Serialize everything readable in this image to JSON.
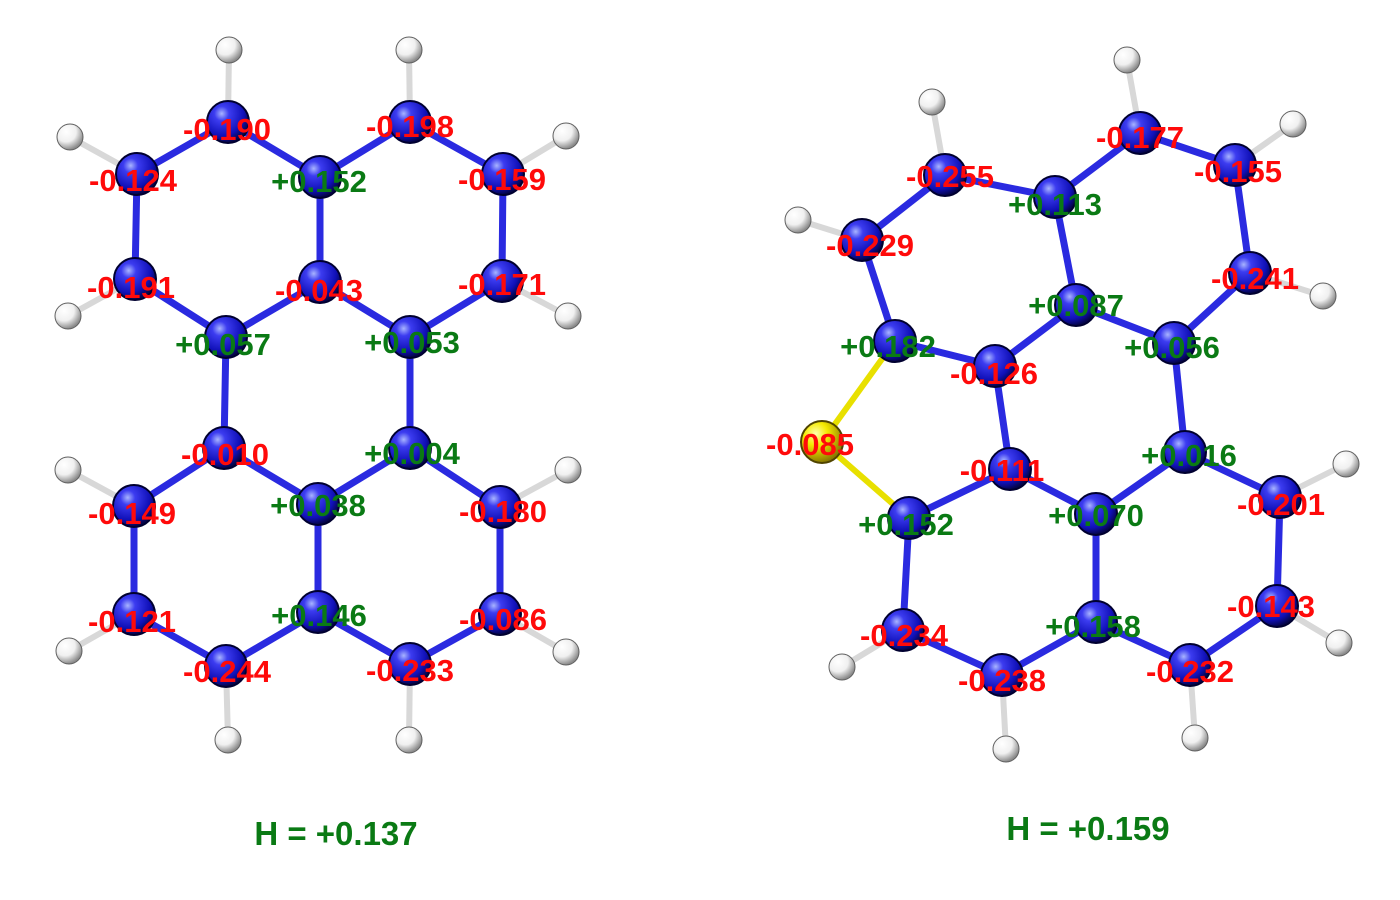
{
  "colors": {
    "negative": "#ff0a0a",
    "positive": "#0a7a14",
    "carbon": "#1a1ad8",
    "bond": "#2a2ae0",
    "hydrogen": "#ffffff",
    "sulfur": "#f2e600",
    "sulfur_bond": "#e8e000"
  },
  "molecules": [
    {
      "name": "left-molecule",
      "footer": "H = +0.137",
      "charges": [
        "-0.190",
        "-0.198",
        "-0.124",
        "+0.152",
        "-0.159",
        "-0.191",
        "-0.043",
        "-0.171",
        "+0.057",
        "+0.053",
        "-0.010",
        "+0.004",
        "-0.149",
        "+0.038",
        "-0.180",
        "-0.121",
        "+0.146",
        "-0.086",
        "-0.244",
        "-0.233"
      ]
    },
    {
      "name": "right-molecule",
      "footer": "H = +0.159",
      "charges": [
        "-0.177",
        "-0.255",
        "-0.155",
        "+0.113",
        "-0.229",
        "-0.241",
        "+0.087",
        "+0.182",
        "+0.056",
        "-0.126",
        "-0.085",
        "-0.111",
        "+0.016",
        "-0.201",
        "+0.152",
        "+0.070",
        "-0.143",
        "-0.234",
        "+0.158",
        "-0.238",
        "-0.232"
      ]
    }
  ]
}
